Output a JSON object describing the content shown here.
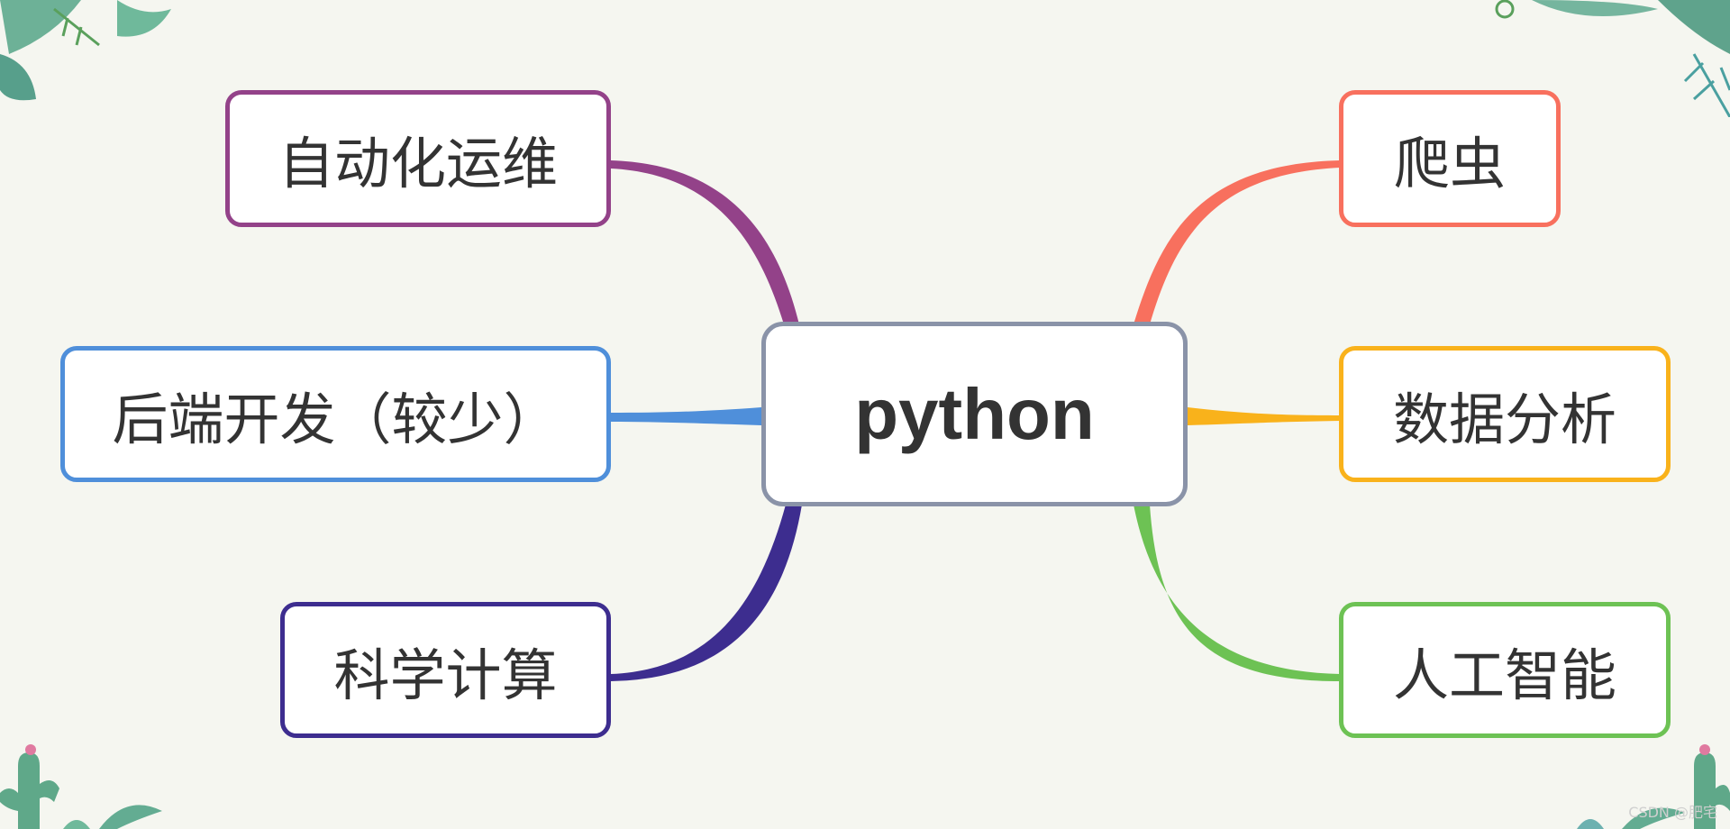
{
  "center": {
    "label": "python"
  },
  "branches": [
    {
      "id": "automation",
      "label": "自动化运维",
      "color": "#934289"
    },
    {
      "id": "backend",
      "label": "后端开发（较少）",
      "color": "#4f8fda"
    },
    {
      "id": "scientific",
      "label": "科学计算",
      "color": "#3d2d8f"
    },
    {
      "id": "crawler",
      "label": "爬虫",
      "color": "#f8705e"
    },
    {
      "id": "data-analysis",
      "label": "数据分析",
      "color": "#f9b21b"
    },
    {
      "id": "ai",
      "label": "人工智能",
      "color": "#6dc254"
    }
  ],
  "center_border_color": "#8a93a8",
  "watermark": "CSDN @肥宅"
}
